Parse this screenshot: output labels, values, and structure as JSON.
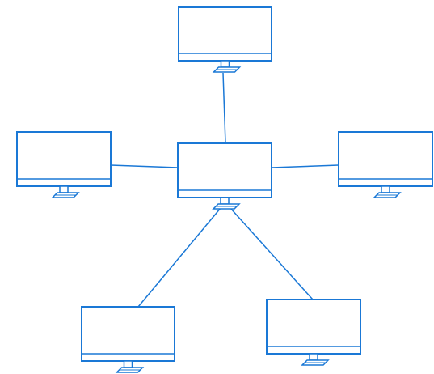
{
  "colors": {
    "stroke": "#1a78d6",
    "background": "#ffffff"
  },
  "nodes": [
    {
      "id": "hub",
      "icon": "monitor-icon",
      "role": "hub"
    },
    {
      "id": "top",
      "icon": "monitor-icon",
      "role": "client"
    },
    {
      "id": "left",
      "icon": "monitor-icon",
      "role": "client"
    },
    {
      "id": "right",
      "icon": "monitor-icon",
      "role": "client"
    },
    {
      "id": "bottom-left",
      "icon": "monitor-icon",
      "role": "client"
    },
    {
      "id": "bottom-right",
      "icon": "monitor-icon",
      "role": "client"
    }
  ],
  "connections": [
    {
      "from": "hub",
      "to": "top"
    },
    {
      "from": "hub",
      "to": "left"
    },
    {
      "from": "hub",
      "to": "right"
    },
    {
      "from": "hub",
      "to": "bottom-left"
    },
    {
      "from": "hub",
      "to": "bottom-right"
    }
  ]
}
